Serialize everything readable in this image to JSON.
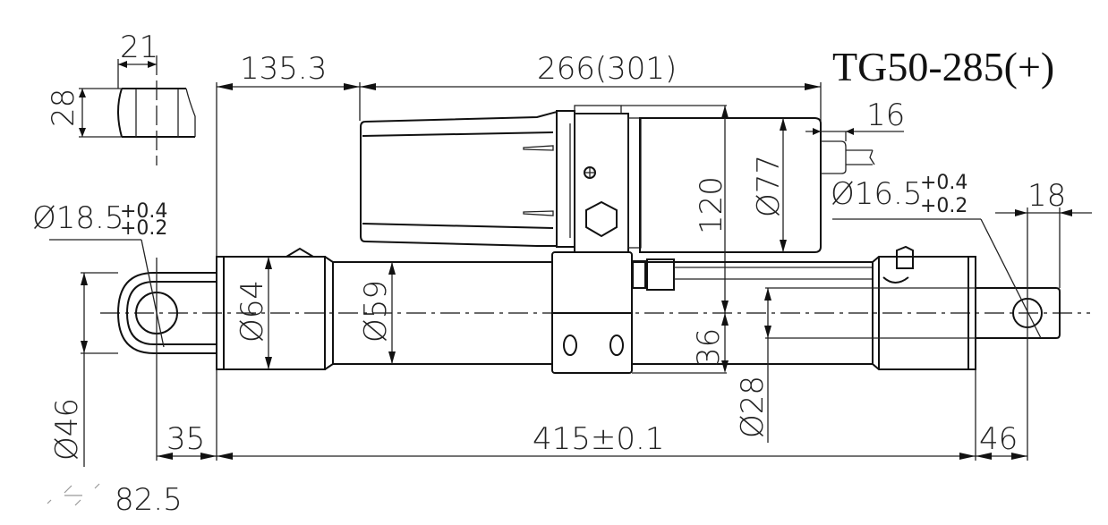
{
  "drawing": {
    "title": "TG50-285(+)",
    "dimensions": {
      "eye_width": "21",
      "eye_height": "28",
      "rear_to_motor": "135.3",
      "motor_length": "266(301)",
      "cable_offset": "16",
      "pin_hole_rear": "Ø18.5",
      "pin_hole_rear_tol_upper": "+0.4",
      "pin_hole_rear_tol_lower": "+0.2",
      "pin_hole_front": "Ø16.5",
      "pin_hole_front_tol_upper": "+0.4",
      "pin_hole_front_tol_lower": "+0.2",
      "rod_end_length": "18",
      "motor_height": "120",
      "motor_diameter": "Ø77",
      "housing_diameter": "Ø64",
      "tube_diameter": "Ø59",
      "center_offset": "36",
      "rod_diameter": "Ø28",
      "eye_diameter": "Ø46",
      "rear_eye_length": "35",
      "installed_length": "415±0.1",
      "rod_extension": "46",
      "stroke_note": "82.5"
    }
  }
}
